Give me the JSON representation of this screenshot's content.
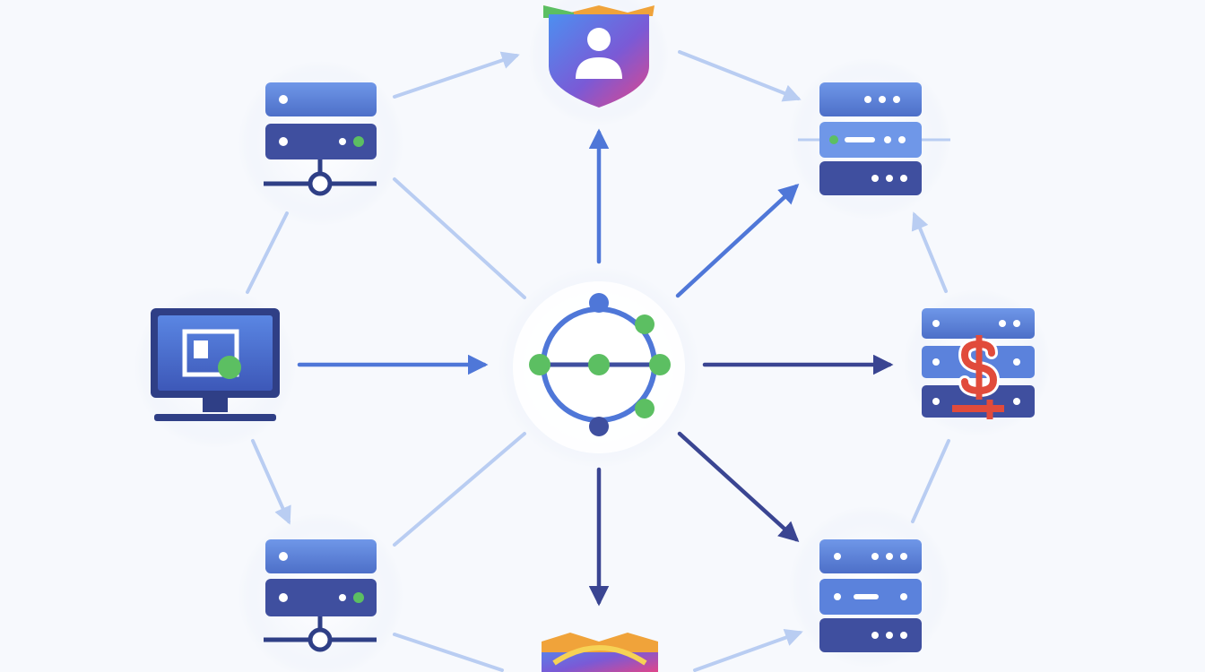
{
  "diagram": {
    "nodes": [
      {
        "id": "hub",
        "kind": "hub",
        "icon": "network-hub-icon"
      },
      {
        "id": "shield-top",
        "kind": "shield-user",
        "icon": "shield-user-icon"
      },
      {
        "id": "shield-bottom",
        "kind": "shield",
        "icon": "shield-icon"
      },
      {
        "id": "workstation",
        "kind": "monitor",
        "icon": "monitor-icon"
      },
      {
        "id": "server-top-left",
        "kind": "server-network",
        "icon": "server-network-icon"
      },
      {
        "id": "server-bottom-left",
        "kind": "server-network",
        "icon": "server-network-icon"
      },
      {
        "id": "server-top-right",
        "kind": "server-stack",
        "icon": "server-stack-icon"
      },
      {
        "id": "server-billing",
        "kind": "server-dollar",
        "icon": "server-dollar-icon"
      },
      {
        "id": "server-bottom-right",
        "kind": "server-stack",
        "icon": "server-stack-icon"
      }
    ],
    "edges": [
      {
        "from": "workstation",
        "to": "hub",
        "arrow": true,
        "style": "strong"
      },
      {
        "from": "hub",
        "to": "shield-top",
        "arrow": true,
        "style": "strong"
      },
      {
        "from": "hub",
        "to": "shield-bottom",
        "arrow": true,
        "style": "strong"
      },
      {
        "from": "hub",
        "to": "server-top-right",
        "arrow": true,
        "style": "strong"
      },
      {
        "from": "hub",
        "to": "server-billing",
        "arrow": true,
        "style": "strong"
      },
      {
        "from": "hub",
        "to": "server-bottom-right",
        "arrow": true,
        "style": "strong"
      },
      {
        "from": "server-top-left",
        "to": "shield-top",
        "arrow": true,
        "style": "light"
      },
      {
        "from": "shield-top",
        "to": "server-top-right",
        "arrow": true,
        "style": "light"
      },
      {
        "from": "server-bottom-left",
        "to": "shield-bottom",
        "arrow": true,
        "style": "light"
      },
      {
        "from": "shield-bottom",
        "to": "server-bottom-right",
        "arrow": true,
        "style": "light"
      },
      {
        "from": "workstation",
        "to": "server-bottom-left",
        "arrow": true,
        "style": "light"
      },
      {
        "from": "server-billing",
        "to": "server-top-right",
        "arrow": true,
        "style": "light"
      },
      {
        "from": "server-top-left",
        "to": "hub",
        "arrow": false,
        "style": "light"
      },
      {
        "from": "server-bottom-left",
        "to": "hub",
        "arrow": false,
        "style": "light"
      },
      {
        "from": "server-top-left",
        "to": "workstation",
        "arrow": false,
        "style": "light"
      },
      {
        "from": "server-billing",
        "to": "server-bottom-right",
        "arrow": false,
        "style": "light"
      }
    ]
  },
  "colors": {
    "background": "#f7f9fd",
    "server_light": "#5b82dc",
    "server_dark": "#3a4f9e",
    "arrow_strong": "#4f77d8",
    "arrow_strong_dark": "#3a4592",
    "arrow_light": "#b9cdf2",
    "node_green": "#5cbf62",
    "dollar_red": "#e14b3b"
  }
}
